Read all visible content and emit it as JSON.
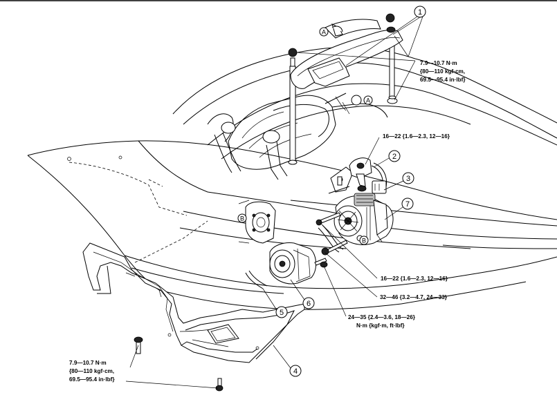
{
  "callouts": [
    "1",
    "2",
    "3",
    "4",
    "5",
    "6",
    "7"
  ],
  "ref_letters": {
    "a": "A",
    "b": "B"
  },
  "torques": {
    "heat_insulator_upper": [
      "7.9—10.7 N·m",
      "{80—110 kgf·cm,",
      "69.5—95.4 in·lbf}"
    ],
    "bracket_bolt_upper": "16—22 {1.6—2.3, 12—16}",
    "bracket_bolt_lower": "16—22 {1.6—2.3, 12—16}",
    "alternator_bolt_long": "32—46 {3.2—4.7, 24—33}",
    "alternator_bolt_short": "24—35 {2.4—3.6, 18—26}",
    "units": "N·m {kgf·m, ft·lbf}",
    "splash_shield": [
      "7.9—10.7 N·m",
      "{80—110 kgf·cm,",
      "69.5—95.4 in·lbf}"
    ]
  }
}
